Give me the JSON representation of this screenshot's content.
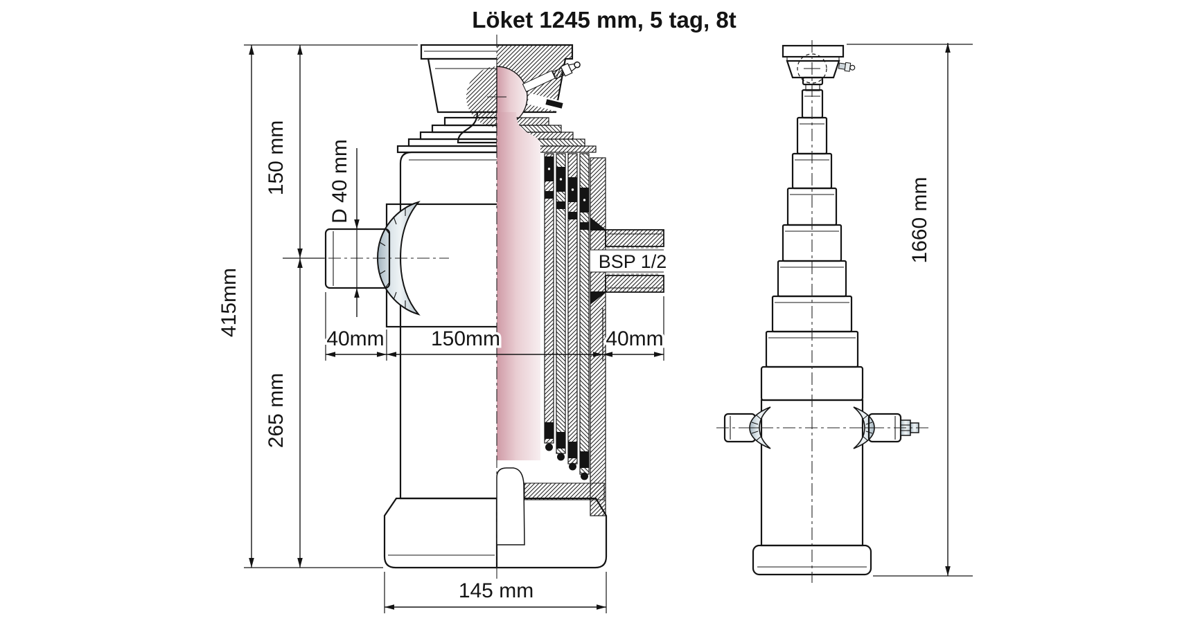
{
  "title": {
    "text": "Löket 1245 mm, 5 tag, 8t",
    "color": "#359fd2"
  },
  "figures": {
    "collapsed": {
      "dims": {
        "overall_height": "415mm",
        "upper_height": "150 mm",
        "lower_height": "265 mm",
        "pin_diameter": "D 40 mm",
        "pin_length": "40mm",
        "body_width": "150mm",
        "port_length": "40mm",
        "port_thread": "BSP 1/2",
        "base_width": "145 mm"
      }
    },
    "extended": {
      "dims": {
        "extended_height": "1660 mm"
      }
    }
  }
}
